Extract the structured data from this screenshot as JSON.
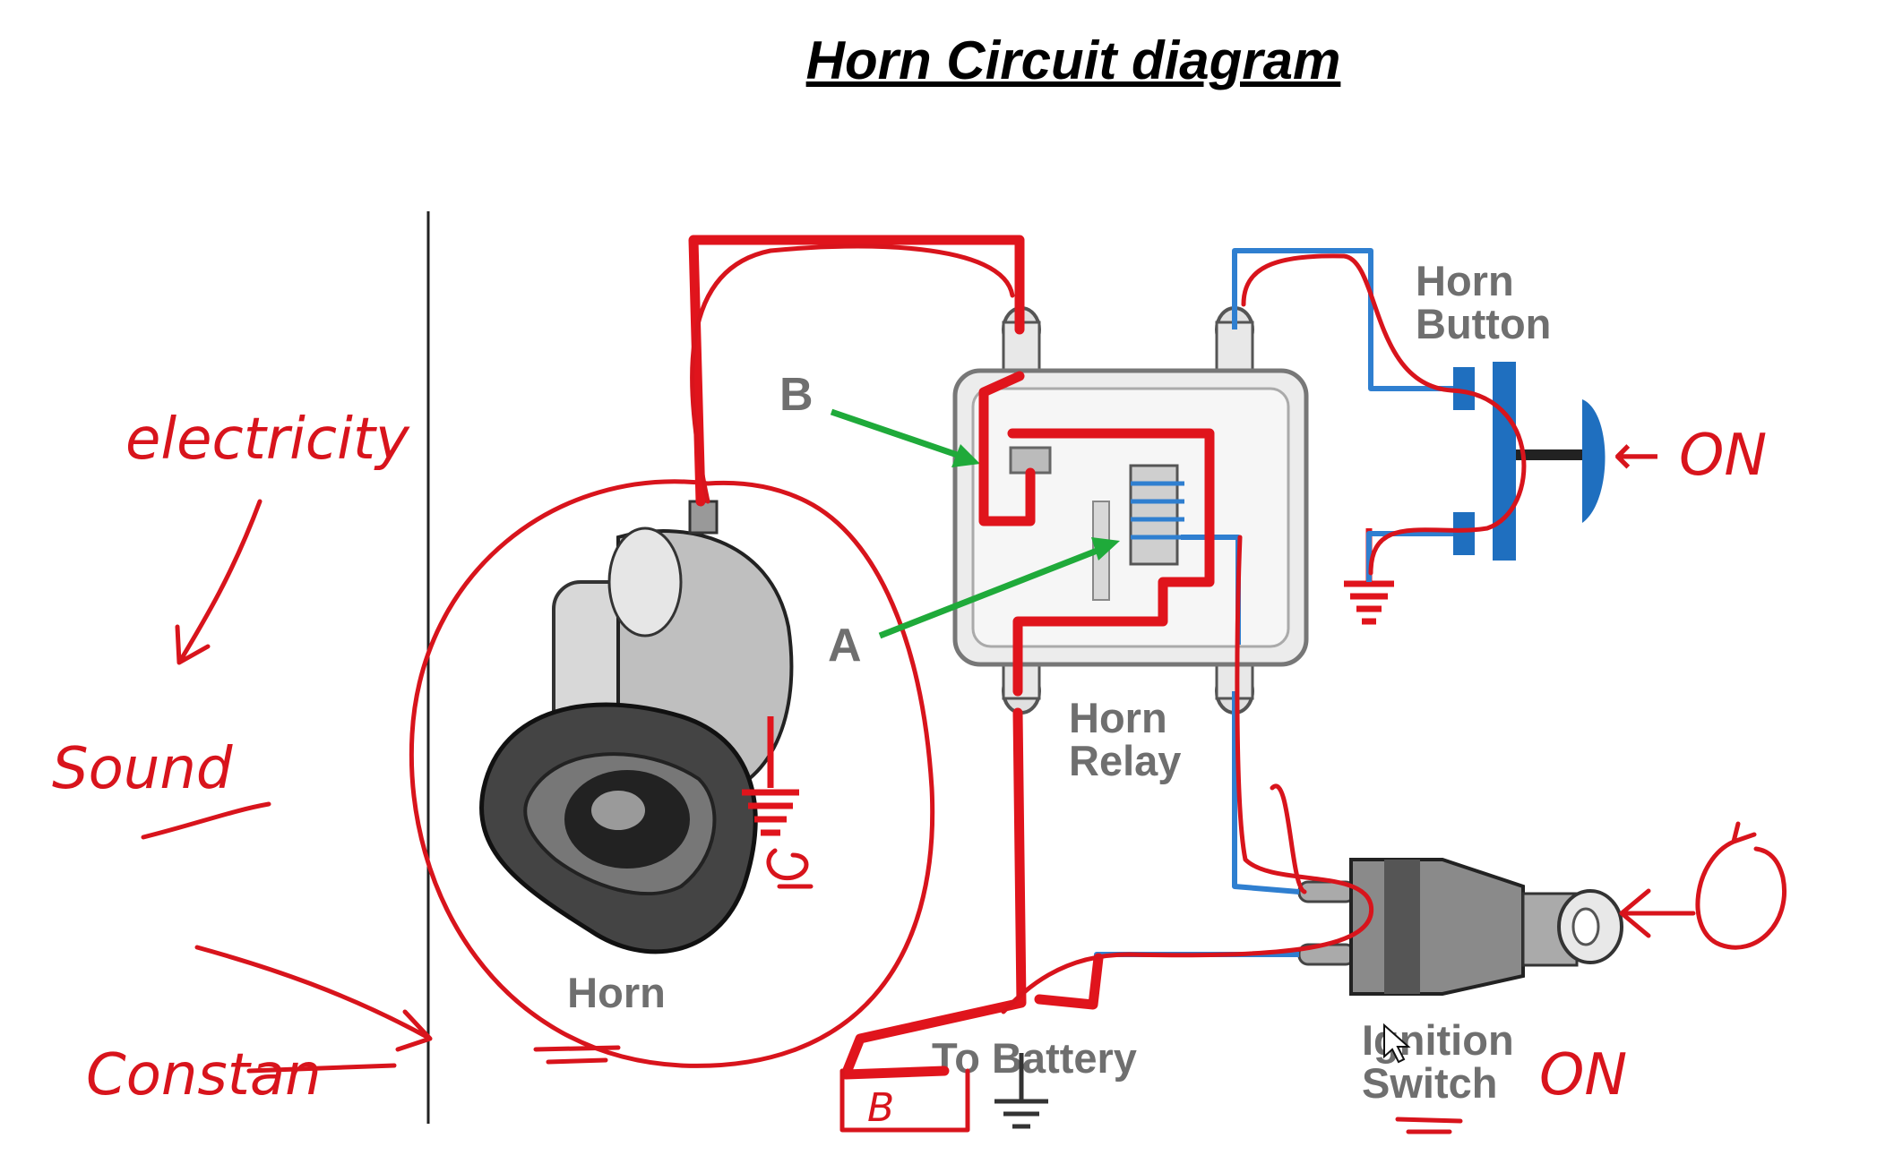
{
  "title": "Horn Circuit diagram",
  "labels": {
    "horn": "Horn",
    "horn_relay_line1": "Horn",
    "horn_relay_line2": "Relay",
    "horn_button_line1": "Horn",
    "horn_button_line2": "Button",
    "battery": "To Battery",
    "ignition_line1": "Ignition",
    "ignition_line2": "Switch",
    "point_a": "A",
    "point_b": "B"
  },
  "annotations": {
    "electricity": "electricity",
    "sound": "Sound",
    "constant": "Constan",
    "on_button": "← ON",
    "on_switch": "ON",
    "battery_mark": "B"
  },
  "colors": {
    "wire_red": "#e0141c",
    "wire_blue": "#2f7fd0",
    "arrow_green": "#1faa3a",
    "ink": "#d8141c"
  }
}
